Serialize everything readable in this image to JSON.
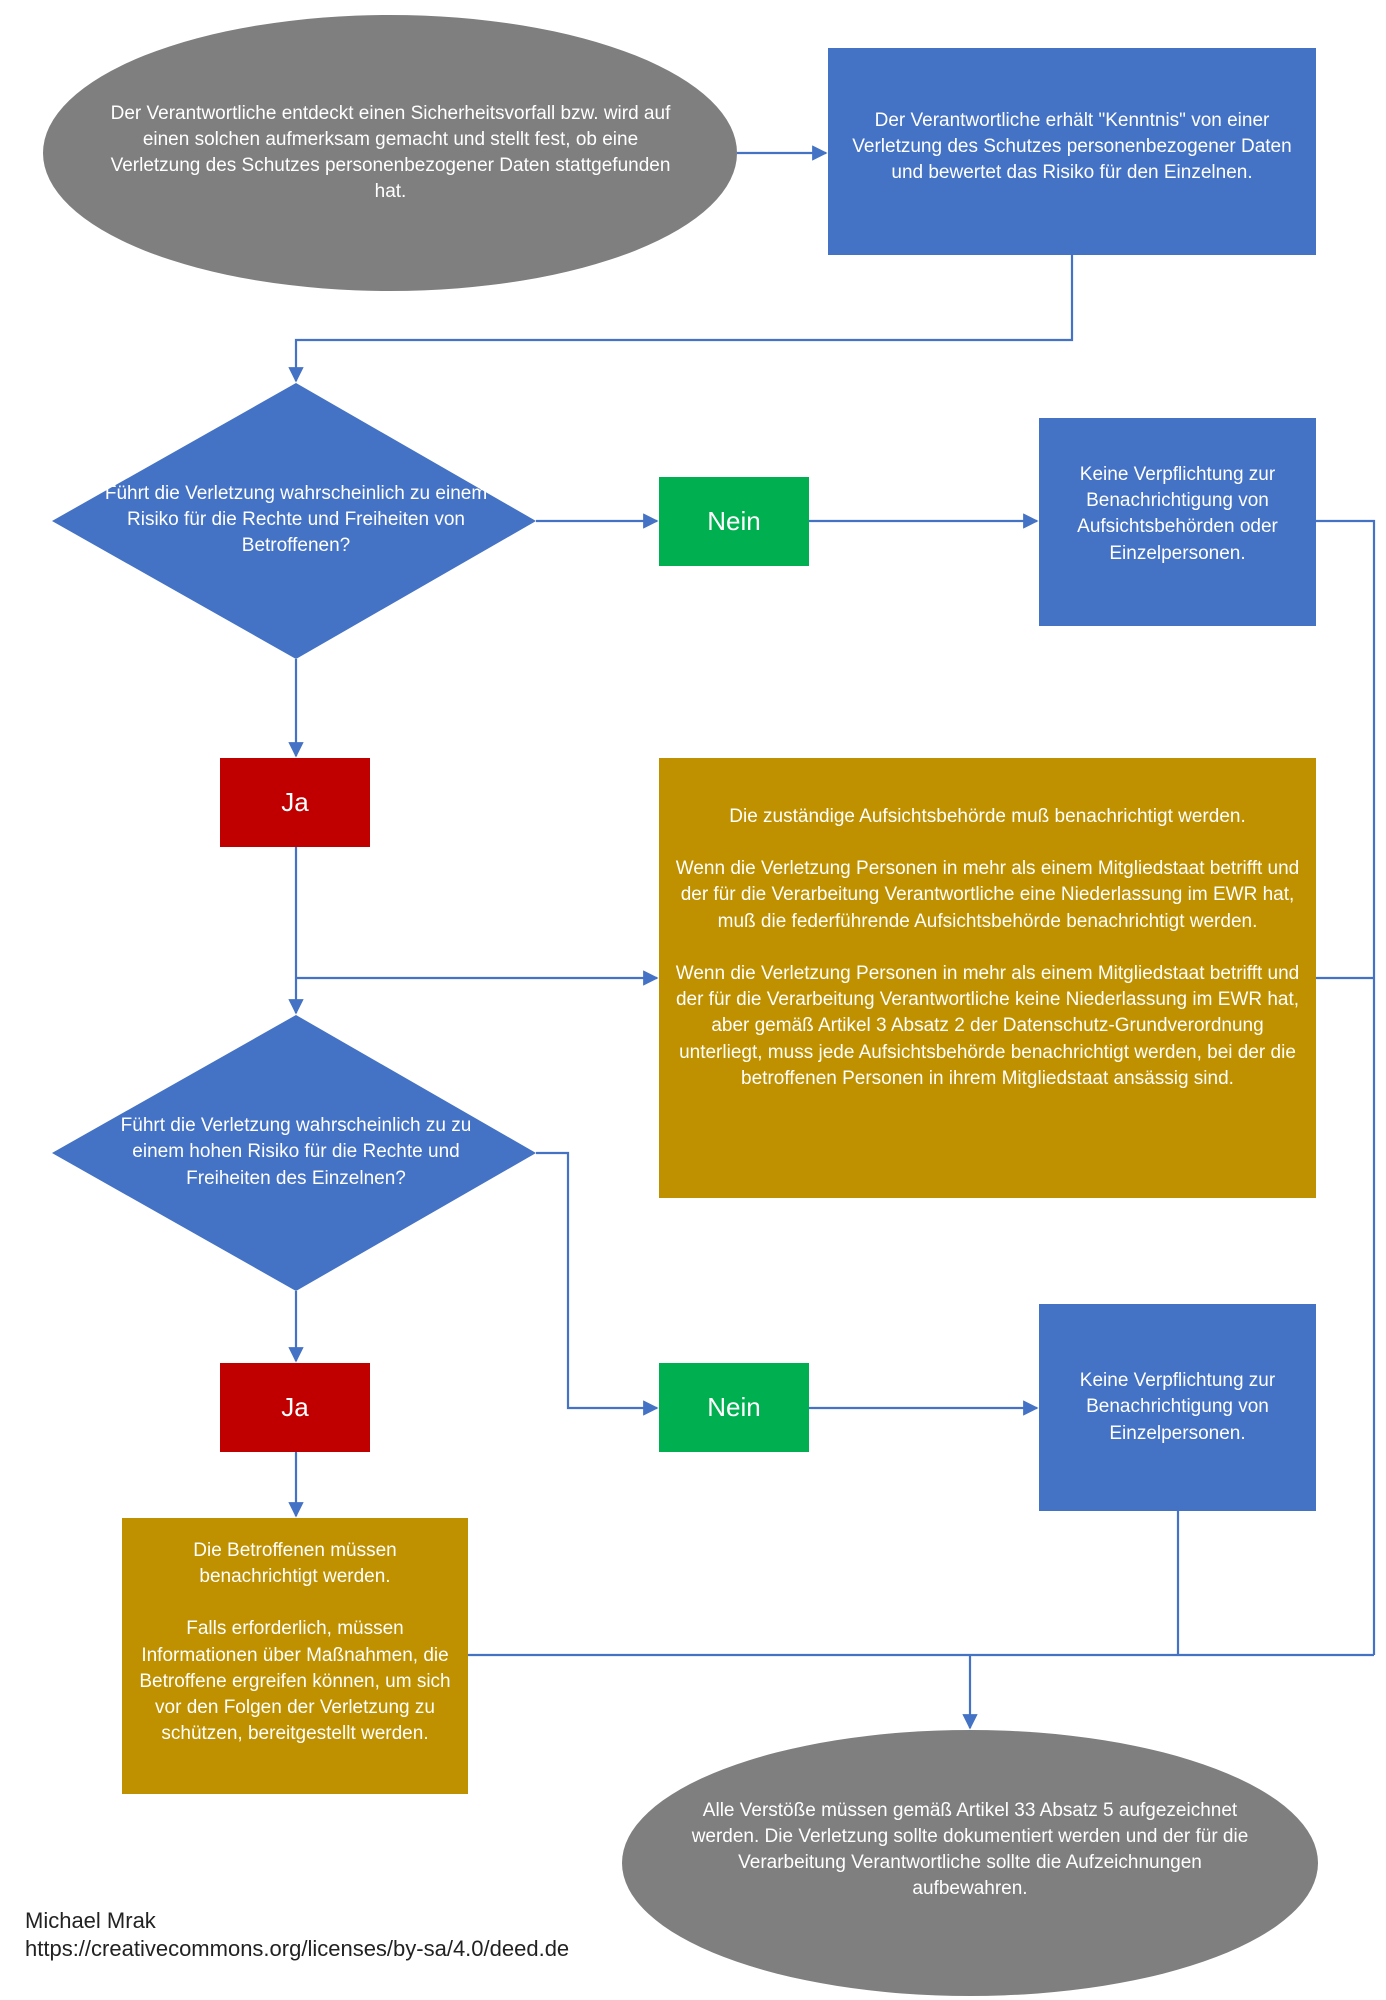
{
  "colors": {
    "grey": "#7f7f7f",
    "blue": "#4472c4",
    "green": "#00b050",
    "red": "#c00000",
    "gold": "#bf9000",
    "connector": "#4472c4"
  },
  "nodes": {
    "start": "Der Verantwortliche entdeckt einen Sicherheitsvorfall bzw. wird auf einen solchen aufmerksam gemacht und stellt fest, ob eine Verletzung des Schutzes personenbezogener Daten stattgefunden hat.",
    "knowledge": "Der Verantwortliche erhält \"Kenntnis\" von einer Verletzung des Schutzes personenbezogener Daten und bewertet das Risiko für den Einzelnen.",
    "decision1": "Führt die Verletzung wahrscheinlich zu einem Risiko für die  Rechte und Freiheiten von Betroffenen?",
    "no1": "Nein",
    "no_duty1": "Keine Verpflichtung zur Benachrichtigung von Aufsichtsbehörden oder Einzelpersonen.",
    "yes1": "Ja",
    "authority": {
      "p1": "Die zuständige Aufsichtsbehörde muß benachrichtigt werden.",
      "p2": "Wenn die Verletzung Personen in mehr als einem Mitgliedstaat betrifft und der für die Verarbeitung Verantwortliche eine Niederlassung im EWR hat, muß die federführende Aufsichtsbehörde benachrichtigt werden.",
      "p3": "Wenn die Verletzung Personen in mehr als einem Mitgliedstaat betrifft und der für die Verarbeitung Verantwortliche keine Niederlassung im EWR hat, aber gemäß Artikel 3 Absatz 2 der Datenschutz-Grundverordnung unterliegt, muss jede Aufsichtsbehörde benachrichtigt werden, bei der die betroffenen Personen in ihrem Mitgliedstaat ansässig sind."
    },
    "decision2": "Führt die Verletzung wahrscheinlich zu zu einem hohen Risiko für die Rechte und Freiheiten des Einzelnen?",
    "yes2": "Ja",
    "no2": "Nein",
    "no_duty2": "Keine Verpflichtung zur Benachrichtigung von Einzelpersonen.",
    "subjects": {
      "p1": "Die Betroffenen müssen benachrichtigt werden.",
      "p2": "Falls erforderlich, müssen Informationen über Maßnahmen, die Betroffene ergreifen können, um sich vor den Folgen der Verletzung zu schützen, bereitgestellt werden."
    },
    "end": "Alle Verstöße müssen gemäß Artikel 33 Absatz 5 aufgezeichnet werden. Die Verletzung sollte dokumentiert werden und der für die Verarbeitung Verantwortliche sollte die Aufzeichnungen aufbewahren."
  },
  "credit": {
    "author": "Michael Mrak",
    "license_url": "https://creativecommons.org/licenses/by-sa/4.0/deed.de"
  }
}
